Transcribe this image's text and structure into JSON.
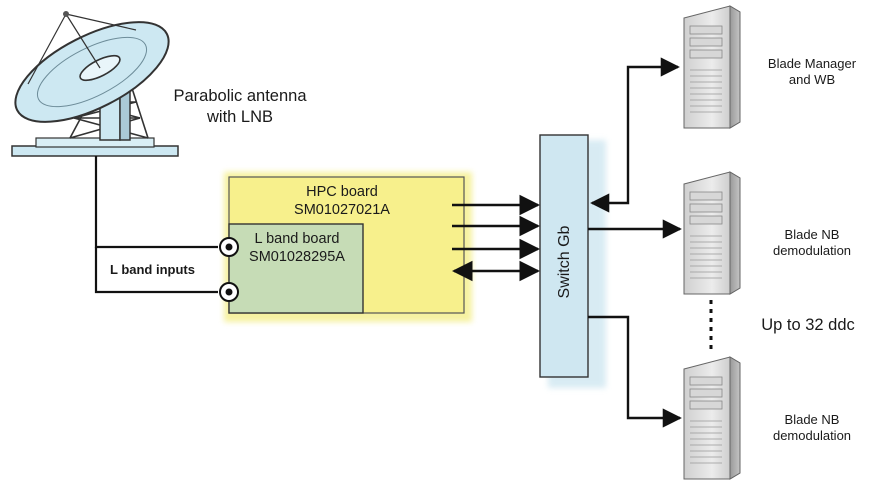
{
  "antenna": {
    "label": "Parabolic antenna\nwith LNB"
  },
  "hpc_board": {
    "name": "HPC board",
    "code": "SM01027021A"
  },
  "lband_board": {
    "name": "L band board",
    "code": "SM01028295A"
  },
  "lband_inputs": {
    "label": "L band inputs"
  },
  "switch": {
    "label": "Switch Gb"
  },
  "servers": [
    {
      "label": "Blade Manager\nand WB"
    },
    {
      "label": "Blade NB\ndemodulation"
    },
    {
      "label": "Blade NB\ndemodulation"
    }
  ],
  "ddc_note": {
    "label": "Up to 32 ddc"
  },
  "colors": {
    "hpc_fill": "#f7f08c",
    "hpc_glow": "#f3ec78",
    "lband_fill": "#c6dcb6",
    "switch_fill": "#cfe7f1",
    "dish_fill": "#cde8f2",
    "server_body": "#e3e3e3",
    "line": "#111111"
  }
}
